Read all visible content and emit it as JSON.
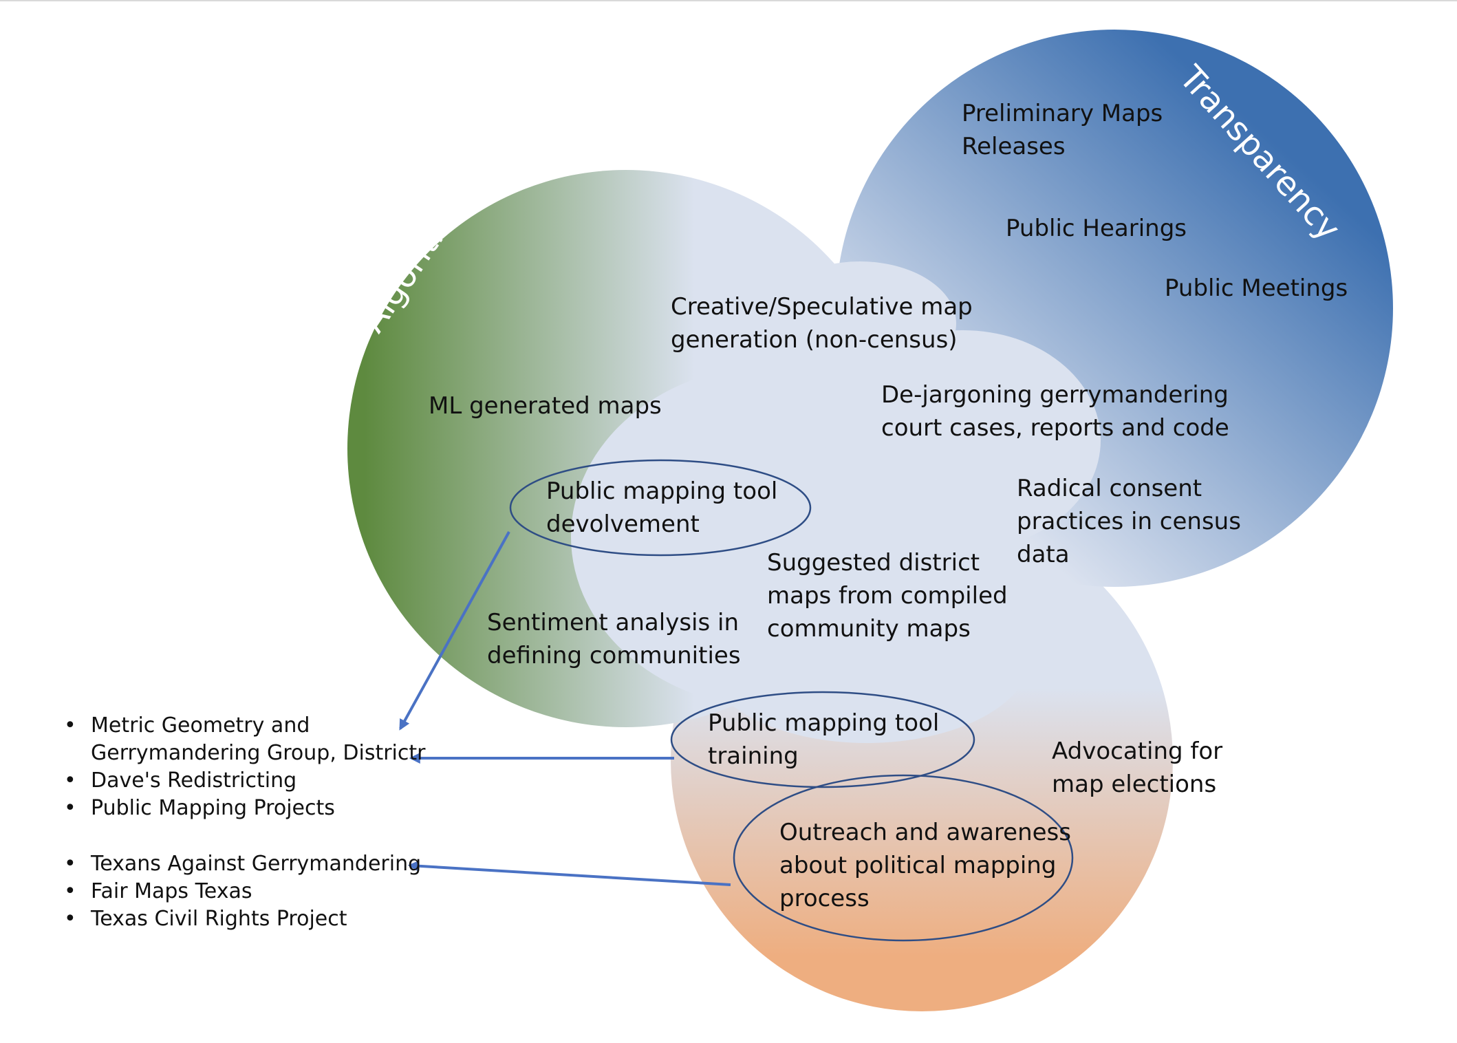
{
  "circles": {
    "algorithms": {
      "title": "Algorithms",
      "color": "#5e8a3f"
    },
    "transparency": {
      "title": "Transparency",
      "color": "#3d70b0"
    },
    "public": {
      "title": "Public",
      "color": "#eeae80"
    },
    "pale_fill": "#dbe2ef"
  },
  "labels": {
    "ml_generated_maps": "ML generated maps",
    "creative_map_generation": "Creative/Speculative map\ngeneration (non-census)",
    "preliminary_maps": "Preliminary Maps\nReleases",
    "public_hearings": "Public Hearings",
    "public_meetings": "Public Meetings",
    "dejargoning": "De-jargoning gerrymandering\ncourt cases, reports and code",
    "radical_consent": "Radical consent\npractices in census\ndata",
    "tool_devolvement": "Public mapping tool\ndevolvement",
    "suggested_maps": "Suggested district\nmaps from compiled\ncommunity maps",
    "sentiment_analysis": "Sentiment analysis in\ndefining communities",
    "tool_training": "Public mapping tool\ntraining",
    "advocating": "Advocating for\nmap elections",
    "outreach": "Outreach and awareness\nabout political mapping\nprocess"
  },
  "org_groups": [
    {
      "items": [
        "Metric Geometry and\nGerrymandering Group, Districtr",
        "Dave's Redistricting",
        "Public Mapping Projects"
      ]
    },
    {
      "items": [
        "Texans Against Gerrymandering",
        "Fair Maps Texas",
        "Texas Civil Rights Project"
      ]
    }
  ],
  "ellipse_stroke": "#2e4d85",
  "arrow_color": "#4a72c4"
}
